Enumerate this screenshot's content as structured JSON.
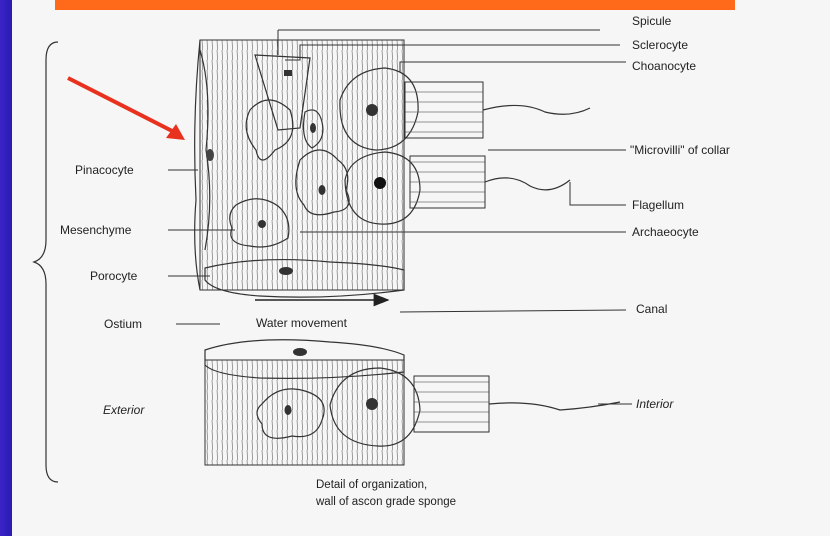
{
  "slide": {
    "accent_color": "#ff6a1a",
    "background_color": "#2a1fb0",
    "arrow_color": "#e8321e"
  },
  "diagram": {
    "labels_right": {
      "spicule": "Spicule",
      "sclerocyte": "Sclerocyte",
      "choanocyte": "Choanocyte",
      "microvilli": "\"Microvilli\" of collar",
      "flagellum": "Flagellum",
      "archaeocyte": "Archaeocyte",
      "canal": "Canal",
      "interior": "Interior"
    },
    "labels_left": {
      "pinacocyte": "Pinacocyte",
      "mesenchyme": "Mesenchyme",
      "porocyte": "Porocyte",
      "ostium": "Ostium",
      "exterior": "Exterior"
    },
    "water_movement": "Water movement",
    "caption_line1": "Detail of organization,",
    "caption_line2": "wall of ascon grade sponge"
  }
}
